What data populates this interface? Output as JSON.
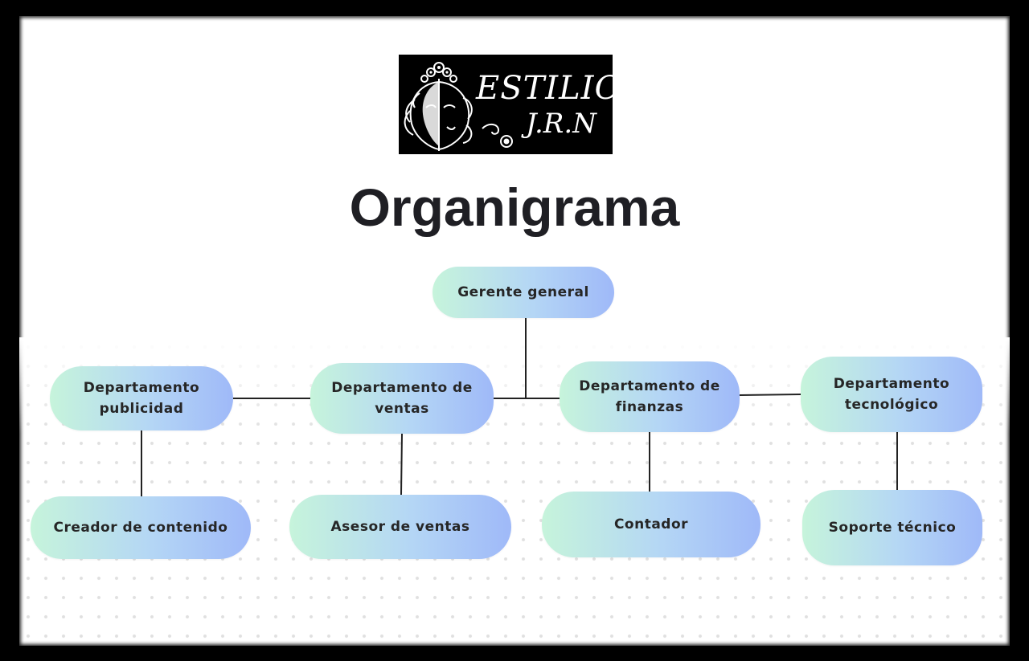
{
  "logo": {
    "line1": "ESTILION",
    "line2": "J.R.N"
  },
  "title": "Organigrama",
  "colors": {
    "node_start": "#c6f4db",
    "node_end": "#9fb9f8",
    "line": "#222222",
    "title": "#1f1f24"
  },
  "nodes": {
    "gerente": "Gerente general",
    "publicidad": "Departamento\npublicidad",
    "ventas": "Departamento de\nventas",
    "finanzas": "Departamento de\nfinanzas",
    "tecnologico": "Departamento\ntecnológico",
    "creador": "Creador de contenido",
    "asesor": "Asesor de ventas",
    "contador": "Contador",
    "soporte": "Soporte técnico"
  }
}
